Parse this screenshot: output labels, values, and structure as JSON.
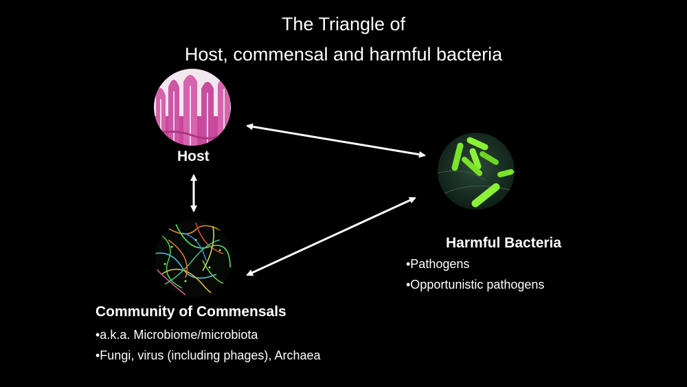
{
  "title": {
    "line1": "The Triangle of",
    "line2": "Host, commensal and harmful bacteria"
  },
  "host": {
    "label": "Host",
    "image": "intestinal-tissue-histology"
  },
  "commensals": {
    "label": "Community of Commensals",
    "image": "microbial-community",
    "bullets": [
      "•a.k.a. Microbiome/microbiota",
      "•Fungi, virus (including phages), Archaea"
    ]
  },
  "harmful": {
    "label": "Harmful Bacteria",
    "image": "rod-shaped-bacteria",
    "bullets": [
      "•Pathogens",
      "•Opportunistic pathogens"
    ]
  },
  "colors": {
    "background": "#000000",
    "text": "#ffffff",
    "histology_pink": "#d65aa8",
    "bacteria_green": "#7be22a"
  }
}
